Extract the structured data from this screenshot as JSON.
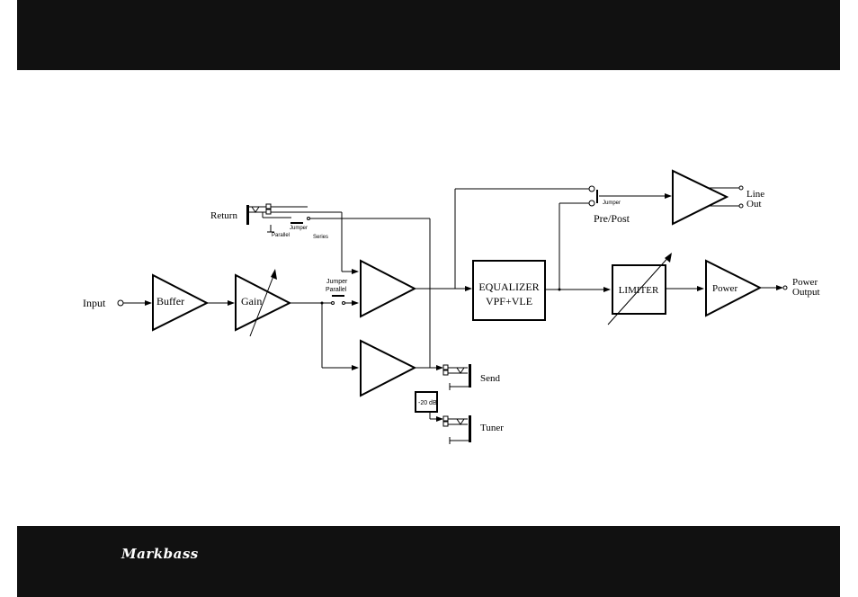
{
  "brand": {
    "logo_text": "Markbass"
  },
  "colors": {
    "band": "#111111",
    "line": "#000000",
    "background": "#ffffff"
  },
  "diagram": {
    "input": "Input",
    "buffer": "Buffer",
    "gain": "Gain",
    "return": "Return",
    "jumper": "Jumper",
    "parallel_small": "Parallel",
    "series": "Series",
    "jumper_parallel_1": "Jumper",
    "jumper_parallel_2": "Parallel",
    "eq_line1": "EQUALIZER",
    "eq_line2": "VPF+VLE",
    "jumper_prepost": "Jumper",
    "pre_post": "Pre/Post",
    "line_out_1": "Line",
    "line_out_2": "Out",
    "limiter": "LIMITER",
    "power": "Power",
    "power_output_1": "Power",
    "power_output_2": "Output",
    "send": "Send",
    "attenuator": "-20 dB",
    "tuner": "Tuner"
  }
}
